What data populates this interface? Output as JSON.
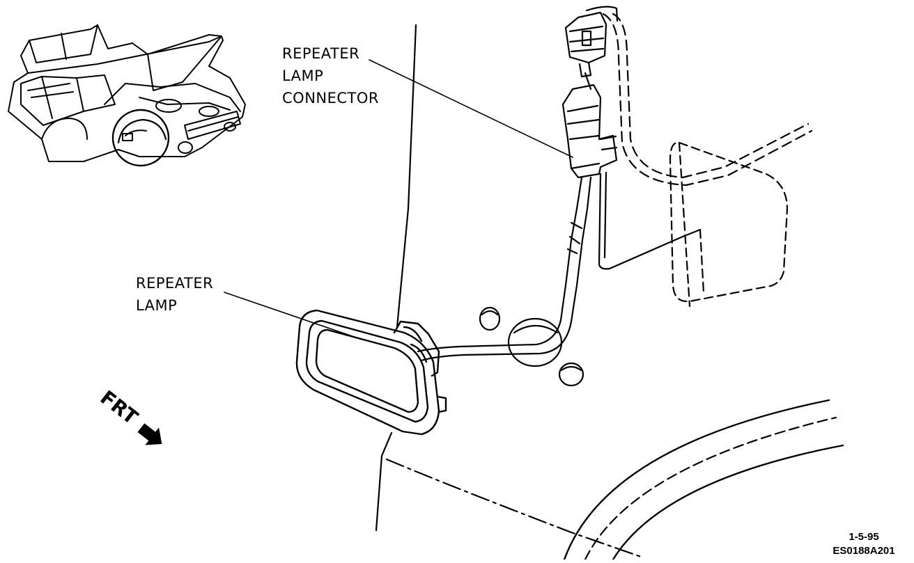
{
  "labels": {
    "connector": [
      "REPEATER",
      "LAMP",
      "CONNECTOR"
    ],
    "lamp": [
      "REPEATER",
      "LAMP"
    ]
  },
  "direction_marker": "FRT",
  "footer": {
    "date": "1-5-95",
    "figure_code": "ES0188A201"
  },
  "colors": {
    "ink": "#000000",
    "paper": "#ffffff"
  }
}
